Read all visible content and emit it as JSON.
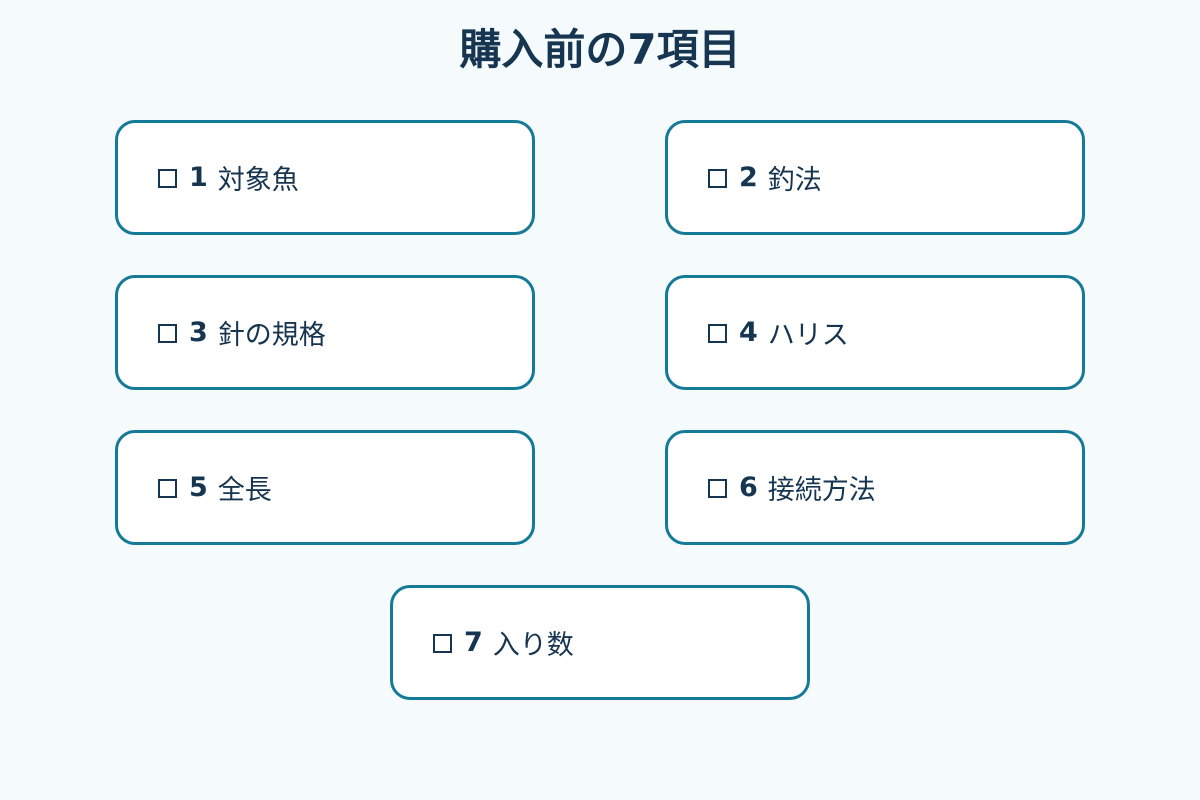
{
  "title": "購入前の7項目",
  "items": [
    {
      "num": "1",
      "label": "対象魚"
    },
    {
      "num": "2",
      "label": "釣法"
    },
    {
      "num": "3",
      "label": "針の規格"
    },
    {
      "num": "4",
      "label": "ハリス"
    },
    {
      "num": "5",
      "label": "全長"
    },
    {
      "num": "6",
      "label": "接続方法"
    },
    {
      "num": "7",
      "label": "入り数"
    }
  ],
  "colors": {
    "border": "#157a97",
    "text": "#163550",
    "background": "#f5fafd"
  }
}
